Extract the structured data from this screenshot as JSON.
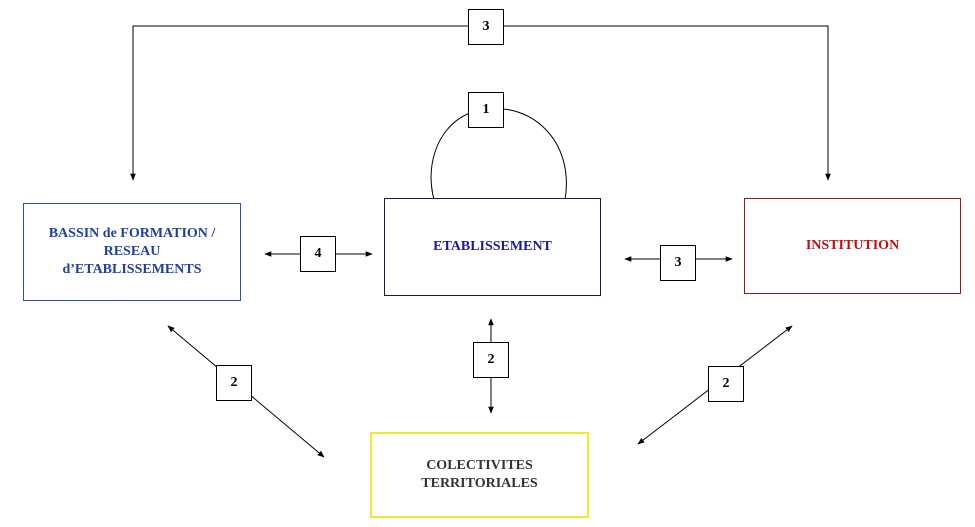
{
  "nodes": {
    "bassin": {
      "lines": [
        "BASSIN de FORMATION /",
        "RESEAU",
        "d’ETABLISSEMENTS"
      ],
      "border": "#2a4fb0",
      "text_color": "#1f3fa3"
    },
    "etablissement": {
      "lines": [
        "ETABLISSEMENT"
      ],
      "border": "#1a1a40",
      "text_color": "#1a1aa0"
    },
    "institution": {
      "lines": [
        "INSTITUTION"
      ],
      "border": "#8b1a1a",
      "text_color": "#c01010"
    },
    "colectivites": {
      "lines": [
        "COLECTIVITES",
        "TERRITORIALES"
      ],
      "border": "#ecec2a",
      "text_color": "#333333"
    }
  },
  "badges": {
    "top": "3",
    "loop": "1",
    "bassin_etab": "4",
    "etab_inst": "3",
    "etab_colec": "2",
    "bassin_colec": "2",
    "inst_colec": "2"
  },
  "colors": {
    "loop_arrowhead": "#22cc22",
    "connector": "#000000"
  }
}
